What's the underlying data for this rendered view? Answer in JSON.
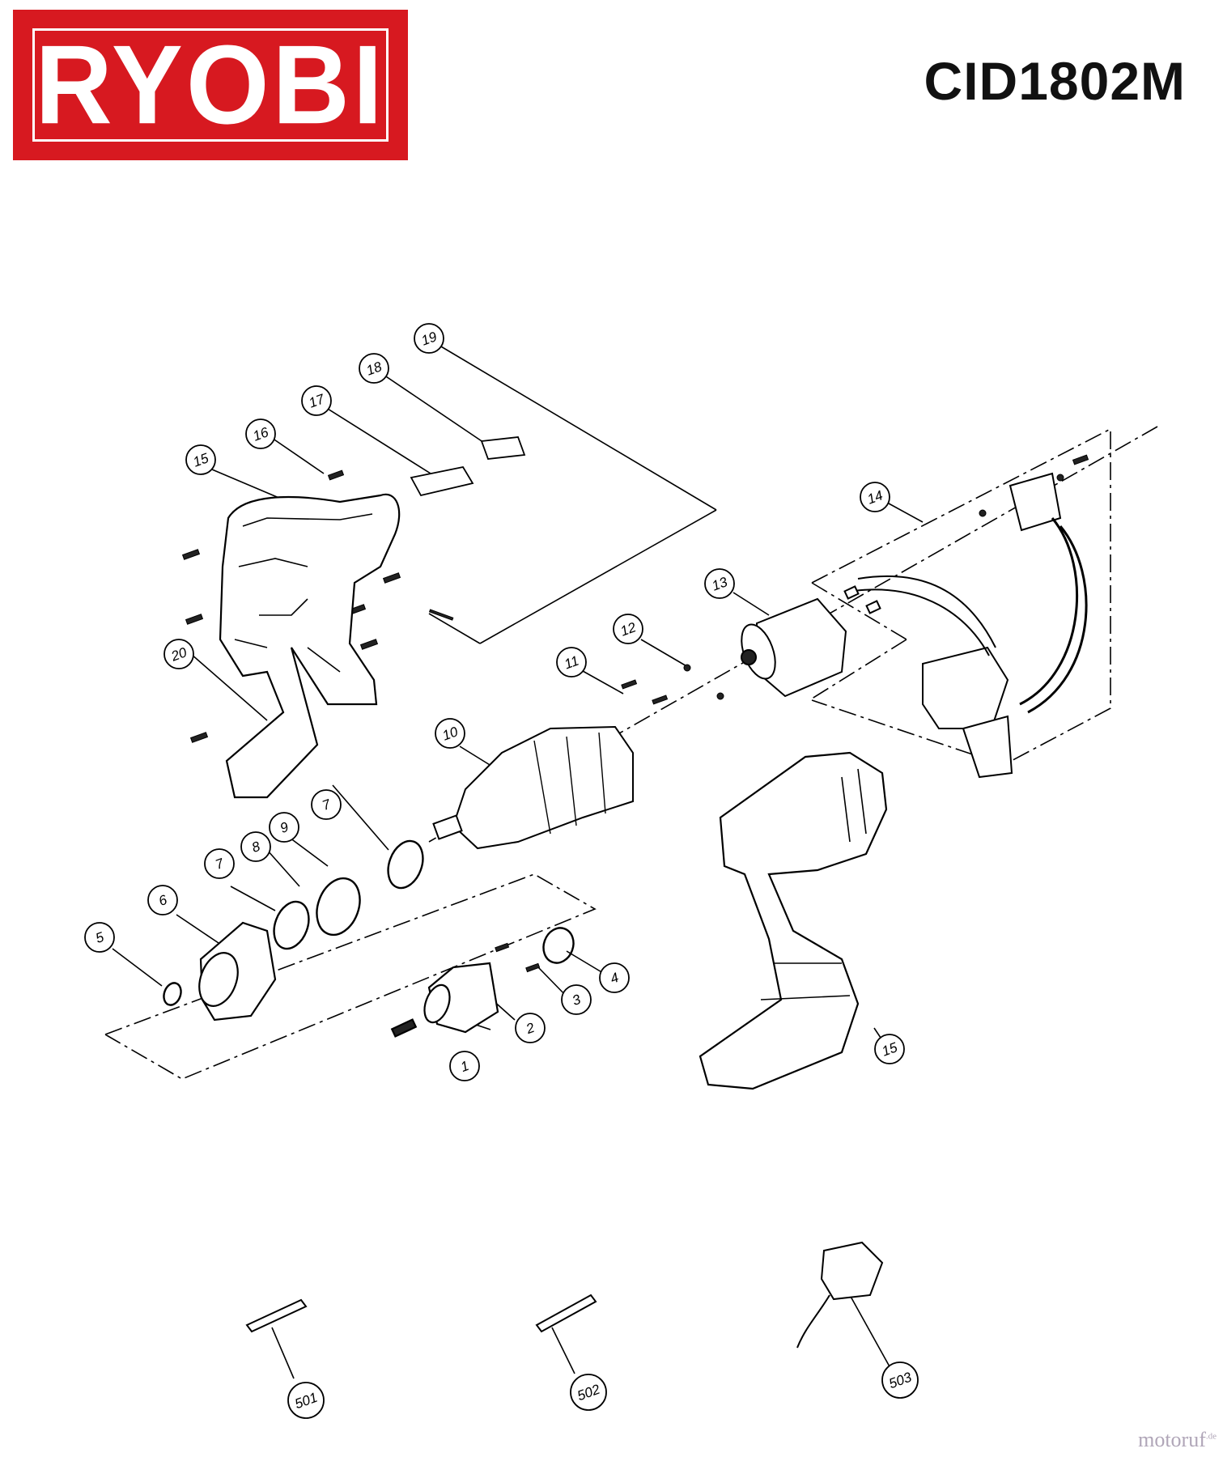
{
  "brand": {
    "logo_text": "RYOBI",
    "color": "#d71920"
  },
  "model": "CID1802M",
  "watermark": {
    "text": "motoruf",
    "suffix": ".de"
  },
  "callouts": [
    {
      "id": "c1",
      "label": "1"
    },
    {
      "id": "c2",
      "label": "2"
    },
    {
      "id": "c3",
      "label": "3"
    },
    {
      "id": "c4",
      "label": "4"
    },
    {
      "id": "c5",
      "label": "5"
    },
    {
      "id": "c6",
      "label": "6"
    },
    {
      "id": "c7a",
      "label": "7"
    },
    {
      "id": "c7b",
      "label": "7"
    },
    {
      "id": "c8",
      "label": "8"
    },
    {
      "id": "c9",
      "label": "9"
    },
    {
      "id": "c10",
      "label": "10"
    },
    {
      "id": "c11",
      "label": "11"
    },
    {
      "id": "c12",
      "label": "12"
    },
    {
      "id": "c13",
      "label": "13"
    },
    {
      "id": "c14",
      "label": "14"
    },
    {
      "id": "c15a",
      "label": "15"
    },
    {
      "id": "c15b",
      "label": "15"
    },
    {
      "id": "c16",
      "label": "16"
    },
    {
      "id": "c17",
      "label": "17"
    },
    {
      "id": "c18",
      "label": "18"
    },
    {
      "id": "c19",
      "label": "19"
    },
    {
      "id": "c20",
      "label": "20"
    },
    {
      "id": "c501",
      "label": "501"
    },
    {
      "id": "c502",
      "label": "502"
    },
    {
      "id": "c503",
      "label": "503"
    }
  ]
}
